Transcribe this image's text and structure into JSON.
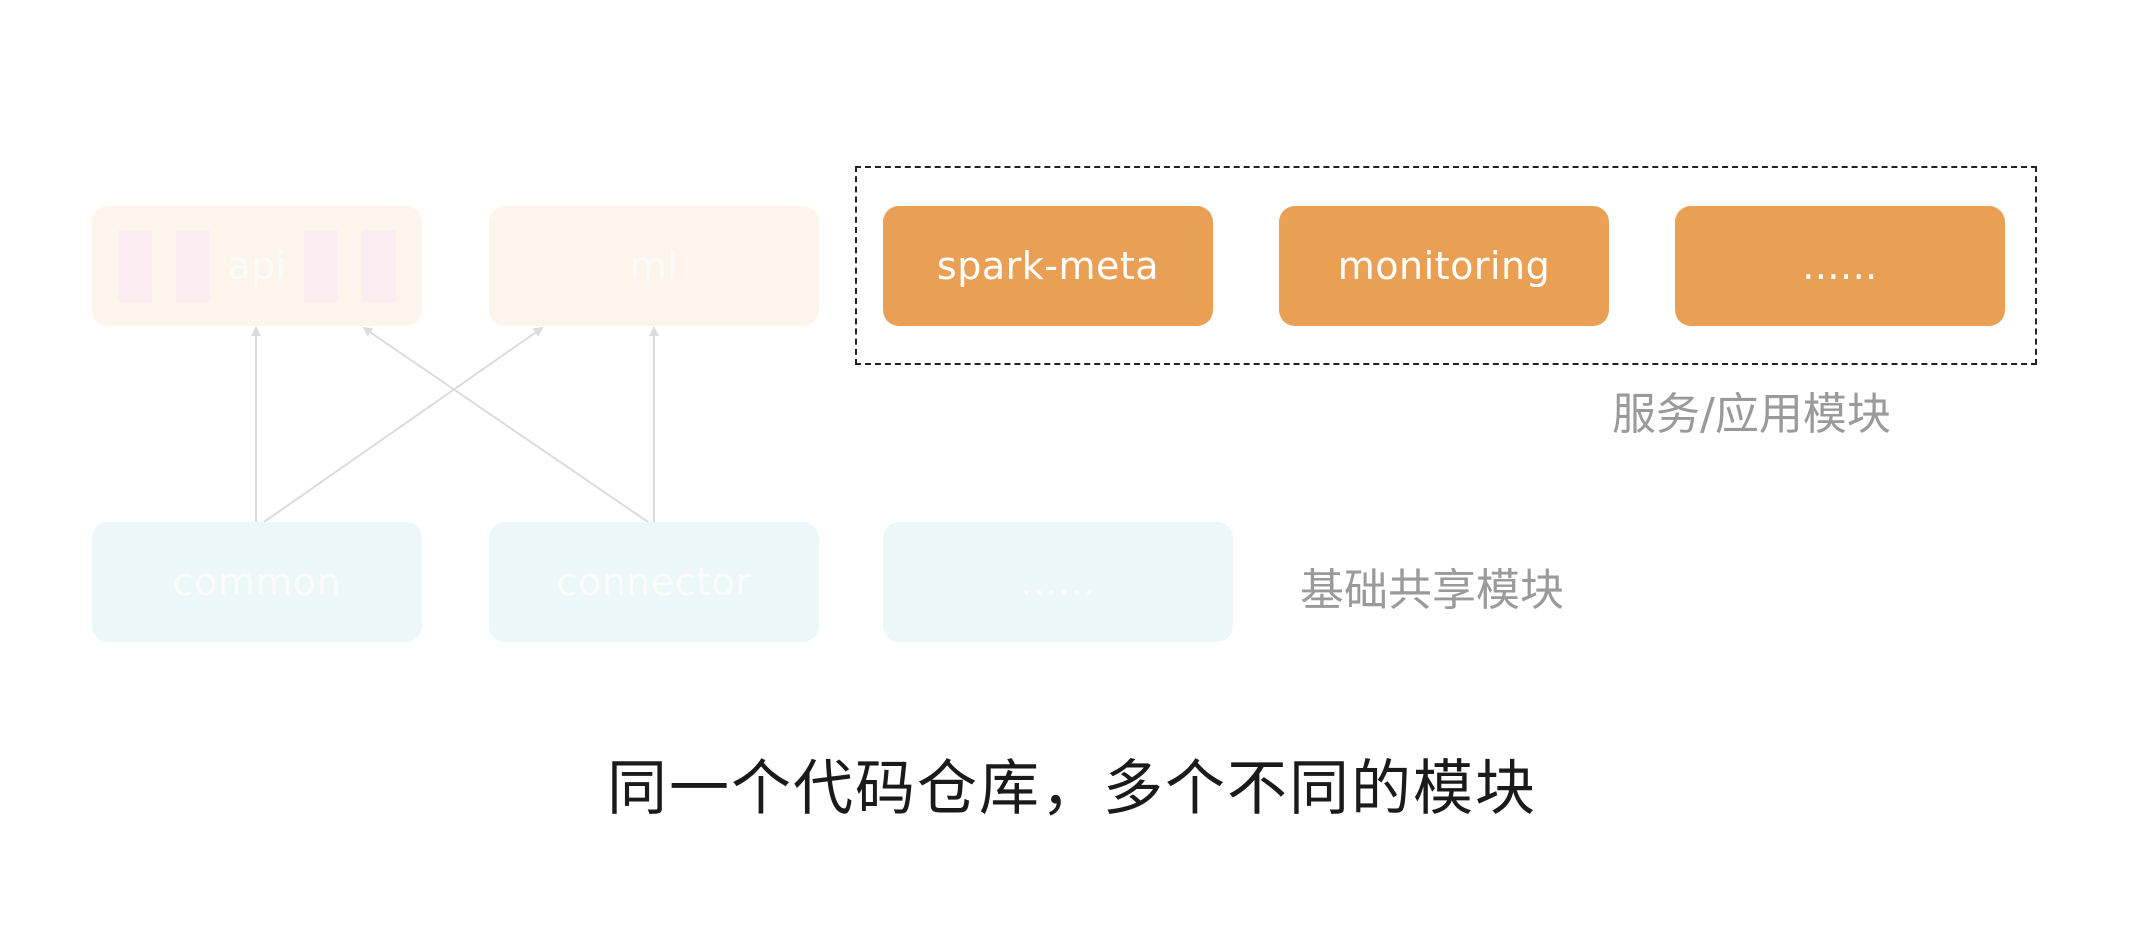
{
  "service_modules": {
    "label": "服务/应用模块",
    "items": [
      {
        "label": "api"
      },
      {
        "label": "ml"
      },
      {
        "label": "spark-meta"
      },
      {
        "label": "monitoring"
      },
      {
        "label": "......"
      }
    ]
  },
  "shared_modules": {
    "label": "基础共享模块",
    "items": [
      {
        "label": "common"
      },
      {
        "label": "connector"
      },
      {
        "label": "......"
      }
    ]
  },
  "caption": "同一个代码仓库，多个不同的模块",
  "colors": {
    "active_module": "#eaa054",
    "faded_service": "#fdf4ec",
    "faded_shared": "#ecf7f9",
    "arrow": "#dcdcdc",
    "label_gray": "#9a9a9a"
  }
}
